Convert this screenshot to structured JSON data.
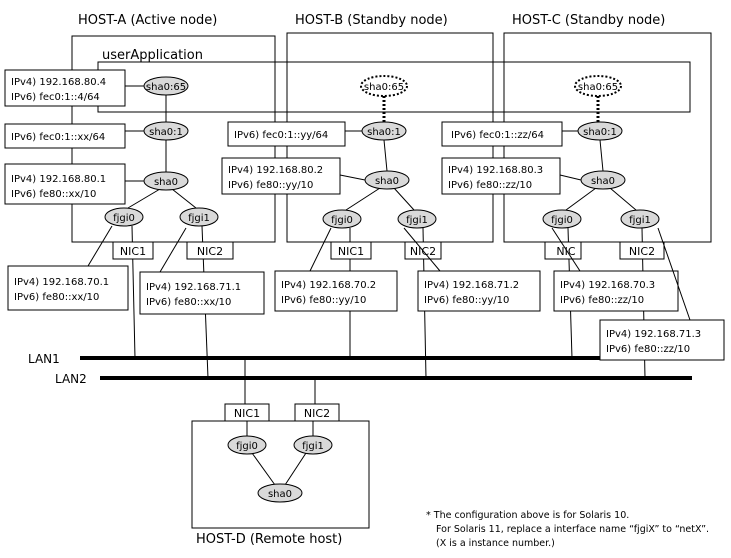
{
  "hosts": {
    "a": "HOST-A (Active node)",
    "b": "HOST-B (Standby node)",
    "c": "HOST-C (Standby node)",
    "d": "HOST-D (Remote host)"
  },
  "user_application": "userApplication",
  "interfaces": {
    "sha0_65": "sha0:65",
    "sha0_1": "sha0:1",
    "sha0": "sha0",
    "fjgi0": "fjgi0",
    "fjgi1": "fjgi1"
  },
  "nics": {
    "nic1": "NIC1",
    "nic2": "NIC2",
    "nic_c1": "NIC",
    "nic_c2": "NIC2"
  },
  "lans": {
    "lan1": "LAN1",
    "lan2": "LAN2"
  },
  "labels": {
    "a_sha65": [
      "IPv4) 192.168.80.4",
      "IPv6) fec0:1::4/64"
    ],
    "a_sha1": [
      "IPv6) fec0:1::xx/64"
    ],
    "a_sha0": [
      "IPv4) 192.168.80.1",
      "IPv6) fe80::xx/10"
    ],
    "a_fjgi0": [
      "IPv4) 192.168.70.1",
      "IPv6) fe80::xx/10"
    ],
    "a_fjgi1": [
      "IPv4) 192.168.71.1",
      "IPv6) fe80::xx/10"
    ],
    "b_sha1": [
      "IPv6) fec0:1::yy/64"
    ],
    "b_sha0": [
      "IPv4) 192.168.80.2",
      "IPv6) fe80::yy/10"
    ],
    "b_fjgi0": [
      "IPv4) 192.168.70.2",
      "IPv6) fe80::yy/10"
    ],
    "b_fjgi1": [
      "IPv4) 192.168.71.2",
      "IPv6) fe80::yy/10"
    ],
    "c_sha1": [
      "IPv6) fec0:1::zz/64"
    ],
    "c_sha0": [
      "IPv4) 192.168.80.3",
      "IPv6) fe80::zz/10"
    ],
    "c_fjgi0": [
      "IPv4) 192.168.70.3",
      "IPv6) fe80::zz/10"
    ],
    "c_fjgi1": [
      "IPv4) 192.168.71.3",
      "IPv6) fe80::zz/10"
    ]
  },
  "note": [
    "* The configuration above is for Solaris 10.",
    "For Solaris 11, replace a interface name “fjgiX” to “netX”.",
    "(X is a instance number.)"
  ]
}
